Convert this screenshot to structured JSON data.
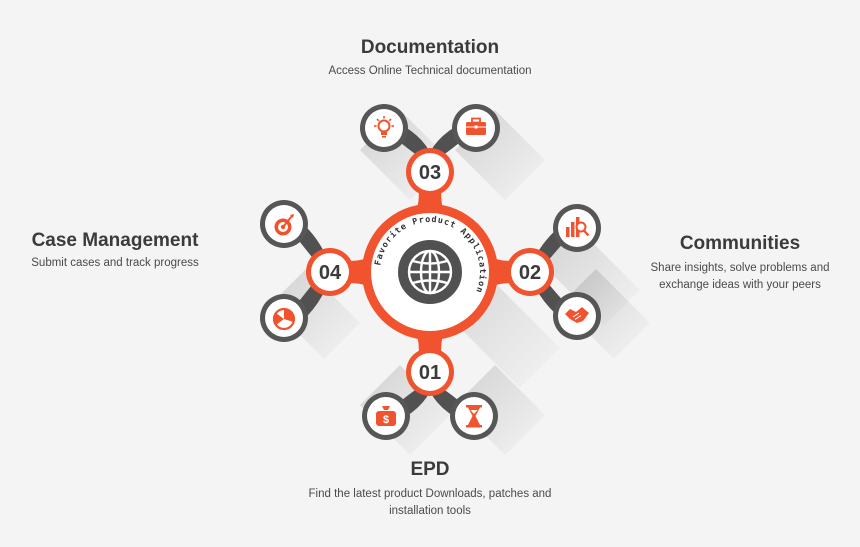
{
  "center": {
    "ring_text": "Favorite Product Application",
    "icon": "globe-icon"
  },
  "colors": {
    "accent": "#f0532d",
    "dark": "#515151",
    "node_border": "#565656",
    "background": "#f4f4f4"
  },
  "hubs": [
    {
      "id": "hub-01",
      "label": "01",
      "icons": [
        "money-bag-icon",
        "hourglass-icon"
      ]
    },
    {
      "id": "hub-02",
      "label": "02",
      "icons": [
        "chart-search-icon",
        "handshake-icon"
      ]
    },
    {
      "id": "hub-03",
      "label": "03",
      "icons": [
        "lightbulb-icon",
        "briefcase-icon"
      ]
    },
    {
      "id": "hub-04",
      "label": "04",
      "icons": [
        "target-icon",
        "pie-chart-icon"
      ]
    }
  ],
  "sections": {
    "documentation": {
      "title": "Documentation",
      "description": "Access Online Technical documentation"
    },
    "case_management": {
      "title": "Case Management",
      "description": "Submit cases and track progress"
    },
    "communities": {
      "title": "Communities",
      "description": "Share insights, solve problems and exchange ideas with your peers"
    },
    "epd": {
      "title": "EPD",
      "description": "Find the latest product Downloads, patches and installation tools"
    }
  }
}
